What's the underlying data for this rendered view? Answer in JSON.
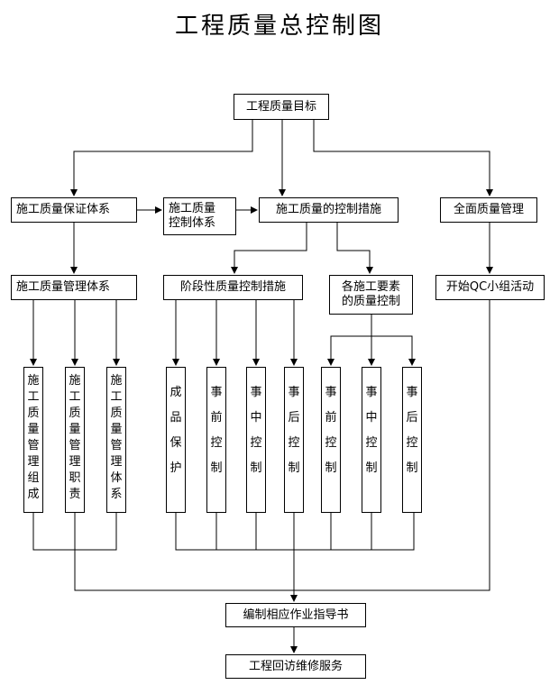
{
  "title": "工程质量总控制图",
  "nodes": {
    "goal": "工程质量目标",
    "assurance_system": "施工质量保证体系",
    "control_system": "施工质量\n控制体系",
    "control_measures": "施工质量的控制措施",
    "total_quality": "全面质量管理",
    "management_system": "施工质量管理体系",
    "stage_measures": "阶段性质量控制措施",
    "element_control": "各施工要素\n的质量控制",
    "qc_activity": "开始QC小组活动",
    "guide": "编制相应作业指导书",
    "service": "工程回访维修服务"
  },
  "vertical_nodes": [
    "施工质量管理组成",
    "施工质量管理职责",
    "施工质量管理体系",
    "成品保护",
    "事前控制",
    "事中控制",
    "事后控制",
    "事前控制",
    "事中控制",
    "事后控制"
  ]
}
